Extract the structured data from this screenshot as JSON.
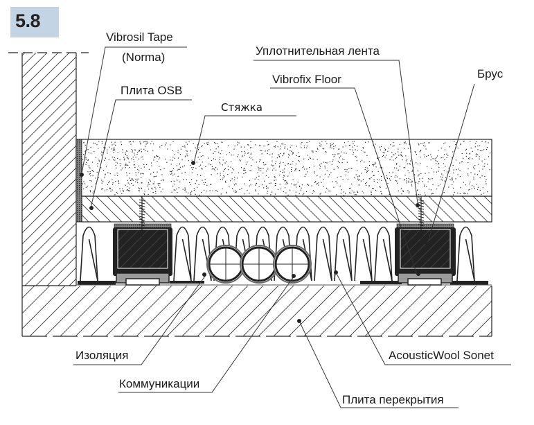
{
  "figure": {
    "number": "5.8",
    "badge_color": "#c3d5e4"
  },
  "labels": {
    "vibrosil_tape_line1": "Vibrosil Tape",
    "vibrosil_tape_line2": "(Norma)",
    "osb_board": "Плита OSB",
    "screed": "Стяжка",
    "sealing_tape": "Уплотнительная лента",
    "vibrofix_floor": "Vibrofix Floor",
    "timber_beam": "Брус",
    "insulation": "Изоляция",
    "utilities": "Коммуникации",
    "acousticwool": "AcousticWool Sonet",
    "floor_slab": "Плита перекрытия"
  },
  "colors": {
    "line": "#1a1a1a",
    "profile_fill": "#9a9a9a",
    "leader": "#333333"
  }
}
